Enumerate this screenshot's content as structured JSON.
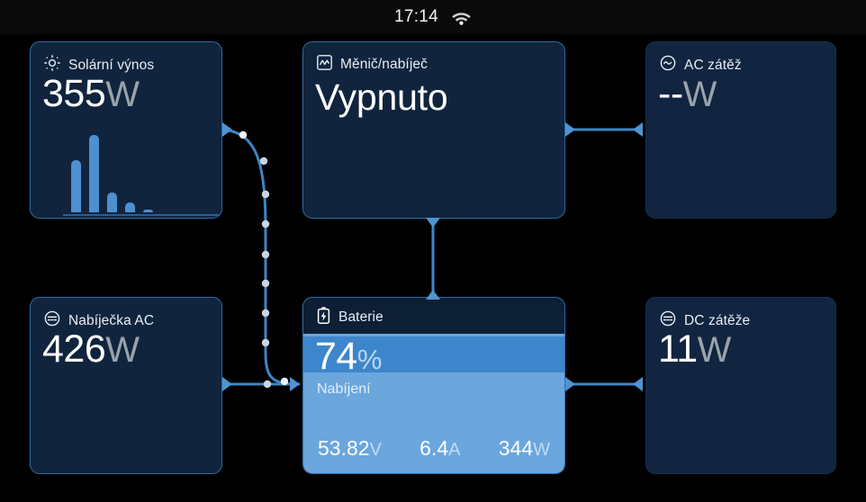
{
  "statusbar": {
    "time": "17:14",
    "wifi_icon": "wifi-icon"
  },
  "theme": {
    "background": "#000000",
    "card_bg": "#10243d",
    "card_border": "#2f6ea8",
    "accent": "#4e94d4",
    "battery_fill_light": "#6ba6dd",
    "battery_fill_dark": "#3d86cc",
    "unit_gray": "#9aa3ab"
  },
  "cards": {
    "solar": {
      "title": "Solární výnos",
      "icon": "sun-icon",
      "value": "355",
      "unit": "W",
      "sparkline": [
        58,
        86,
        22,
        11,
        3
      ]
    },
    "inverter": {
      "title": "Měnič/nabíječ",
      "icon": "inverter-icon",
      "state": "Vypnuto"
    },
    "ac_load": {
      "title": "AC zátěž",
      "icon": "ac-icon",
      "value": "--",
      "unit": "W"
    },
    "ac_charger": {
      "title": "Nabíječka AC",
      "icon": "dc-icon",
      "value": "426",
      "unit": "W"
    },
    "battery": {
      "title": "Baterie",
      "icon": "battery-charging-icon",
      "soc": "74",
      "soc_unit": "%",
      "state": "Nabíjení",
      "stats": [
        {
          "value": "53.82",
          "unit": "V"
        },
        {
          "value": "6.4",
          "unit": "A"
        },
        {
          "value": "344",
          "unit": "W"
        }
      ]
    },
    "dc_load": {
      "title": "DC zátěže",
      "icon": "dc-icon",
      "value": "11",
      "unit": "W"
    }
  }
}
